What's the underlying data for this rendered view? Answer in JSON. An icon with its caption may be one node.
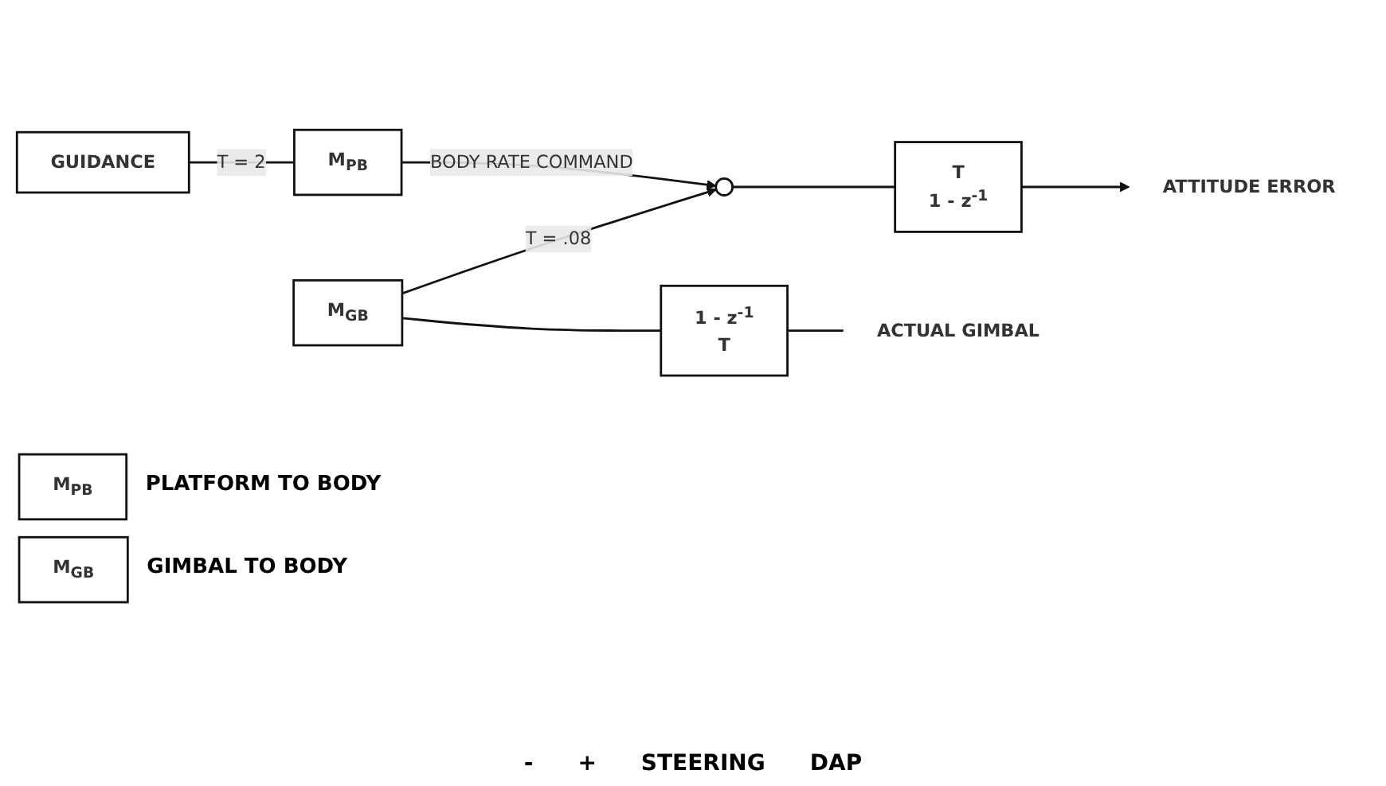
{
  "diagram": {
    "nodes": [
      {
        "text": [
          "GUIDANCE"
        ]
      },
      {
        "text": [
          "M$_{PB}$"
        ]
      },
      {
        "text": [],
        "shape": "circle"
      },
      {
        "text": [
          "T",
          "1 - z$^{-1}$"
        ]
      },
      {
        "text": [
          "ATTITUDE ERROR"
        ]
      },
      {
        "text": [
          "M$_{GB}$"
        ]
      },
      {
        "text": [
          "1 - z$^{-1}$",
          "T"
        ]
      },
      {
        "text": [
          "ACTUAL GIMBAL"
        ]
      },
      {
        "text": [
          "M$_{PB}$"
        ],
        "beside": [
          "PLATFORM TO BODY"
        ]
      },
      {
        "text": [
          "M$_{GB}$"
        ],
        "beside": [
          "GIMBAL TO BODY"
        ]
      }
    ],
    "edges": [
      {
        "from": 0,
        "to": 1,
        "arrow": "none",
        "label": "T = 2"
      },
      {
        "from": 1,
        "to": 2,
        "arrow": "to",
        "label": "BODY RATE COMMAND"
      },
      {
        "from": 2,
        "to": 3,
        "arrow": "none"
      },
      {
        "from": 3,
        "to": 4,
        "arrow": "to"
      },
      {
        "from": 5,
        "to": 2,
        "arrow": "to",
        "label": "T = .08"
      },
      {
        "from": 5,
        "to": 6,
        "arrow": "none"
      },
      {
        "from": 6,
        "to": 7,
        "arrow": "none"
      }
    ],
    "labels": [
      "-",
      "+",
      "STEERING",
      "DAP"
    ]
  }
}
